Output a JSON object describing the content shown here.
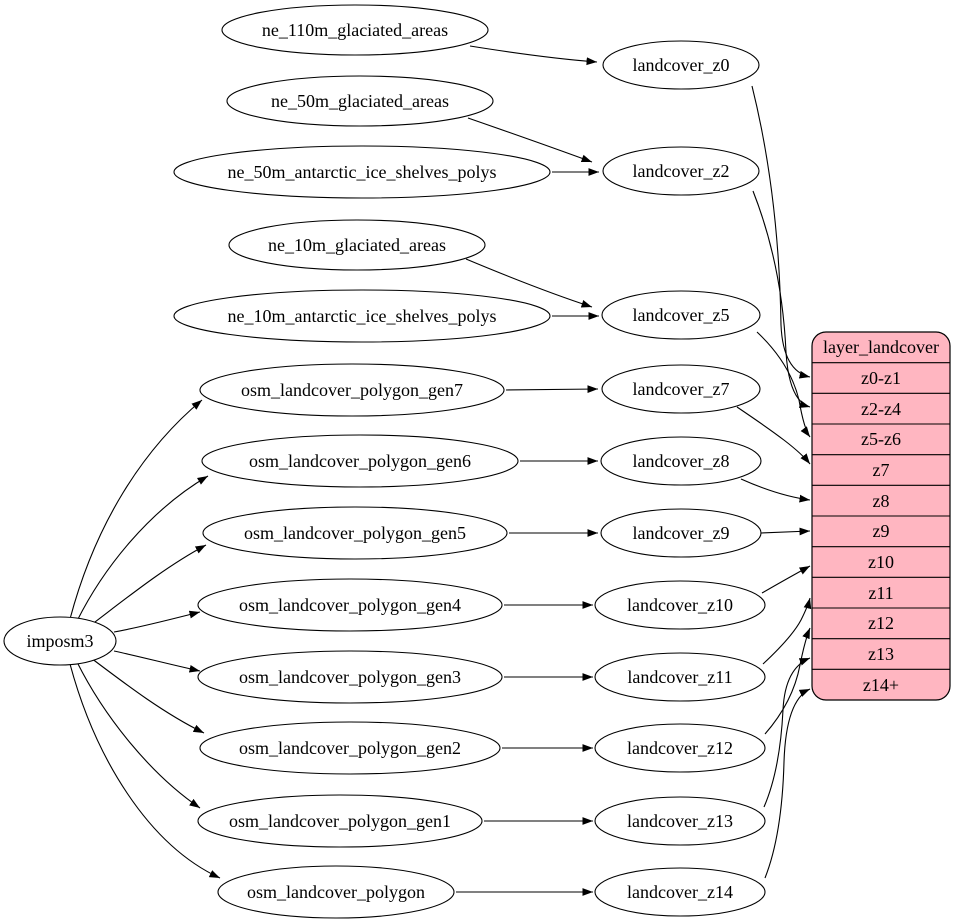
{
  "colors": {
    "background": "#ffffff",
    "node_fill": "#ffffff",
    "stroke": "#000000",
    "record_fill": "#ffb6c1",
    "text": "#000000"
  },
  "nodes": {
    "importer": "imposm3",
    "sources": [
      "ne_110m_glaciated_areas",
      "ne_50m_glaciated_areas",
      "ne_50m_antarctic_ice_shelves_polys",
      "ne_10m_glaciated_areas",
      "ne_10m_antarctic_ice_shelves_polys",
      "osm_landcover_polygon_gen7",
      "osm_landcover_polygon_gen6",
      "osm_landcover_polygon_gen5",
      "osm_landcover_polygon_gen4",
      "osm_landcover_polygon_gen3",
      "osm_landcover_polygon_gen2",
      "osm_landcover_polygon_gen1",
      "osm_landcover_polygon"
    ],
    "intermediate": [
      "landcover_z0",
      "landcover_z2",
      "landcover_z5",
      "landcover_z7",
      "landcover_z8",
      "landcover_z9",
      "landcover_z10",
      "landcover_z11",
      "landcover_z12",
      "landcover_z13",
      "landcover_z14"
    ],
    "record": {
      "title": "layer_landcover",
      "rows": [
        "z0-z1",
        "z2-z4",
        "z5-z6",
        "z7",
        "z8",
        "z9",
        "z10",
        "z11",
        "z12",
        "z13",
        "z14+"
      ]
    }
  },
  "edges": [
    {
      "from": "imposm3",
      "to": "osm_landcover_polygon_gen7"
    },
    {
      "from": "imposm3",
      "to": "osm_landcover_polygon_gen6"
    },
    {
      "from": "imposm3",
      "to": "osm_landcover_polygon_gen5"
    },
    {
      "from": "imposm3",
      "to": "osm_landcover_polygon_gen4"
    },
    {
      "from": "imposm3",
      "to": "osm_landcover_polygon_gen3"
    },
    {
      "from": "imposm3",
      "to": "osm_landcover_polygon_gen2"
    },
    {
      "from": "imposm3",
      "to": "osm_landcover_polygon_gen1"
    },
    {
      "from": "imposm3",
      "to": "osm_landcover_polygon"
    },
    {
      "from": "ne_110m_glaciated_areas",
      "to": "landcover_z0"
    },
    {
      "from": "ne_50m_glaciated_areas",
      "to": "landcover_z2"
    },
    {
      "from": "ne_50m_antarctic_ice_shelves_polys",
      "to": "landcover_z2"
    },
    {
      "from": "ne_10m_glaciated_areas",
      "to": "landcover_z5"
    },
    {
      "from": "ne_10m_antarctic_ice_shelves_polys",
      "to": "landcover_z5"
    },
    {
      "from": "osm_landcover_polygon_gen7",
      "to": "landcover_z7"
    },
    {
      "from": "osm_landcover_polygon_gen6",
      "to": "landcover_z8"
    },
    {
      "from": "osm_landcover_polygon_gen5",
      "to": "landcover_z9"
    },
    {
      "from": "osm_landcover_polygon_gen4",
      "to": "landcover_z10"
    },
    {
      "from": "osm_landcover_polygon_gen3",
      "to": "landcover_z11"
    },
    {
      "from": "osm_landcover_polygon_gen2",
      "to": "landcover_z12"
    },
    {
      "from": "osm_landcover_polygon_gen1",
      "to": "landcover_z13"
    },
    {
      "from": "osm_landcover_polygon",
      "to": "landcover_z14"
    },
    {
      "from": "landcover_z0",
      "to": "layer_landcover:z0-z1"
    },
    {
      "from": "landcover_z2",
      "to": "layer_landcover:z2-z4"
    },
    {
      "from": "landcover_z5",
      "to": "layer_landcover:z5-z6"
    },
    {
      "from": "landcover_z7",
      "to": "layer_landcover:z7"
    },
    {
      "from": "landcover_z8",
      "to": "layer_landcover:z8"
    },
    {
      "from": "landcover_z9",
      "to": "layer_landcover:z9"
    },
    {
      "from": "landcover_z10",
      "to": "layer_landcover:z10"
    },
    {
      "from": "landcover_z11",
      "to": "layer_landcover:z11"
    },
    {
      "from": "landcover_z12",
      "to": "layer_landcover:z12"
    },
    {
      "from": "landcover_z13",
      "to": "layer_landcover:z13"
    },
    {
      "from": "landcover_z14",
      "to": "layer_landcover:z14+"
    }
  ]
}
